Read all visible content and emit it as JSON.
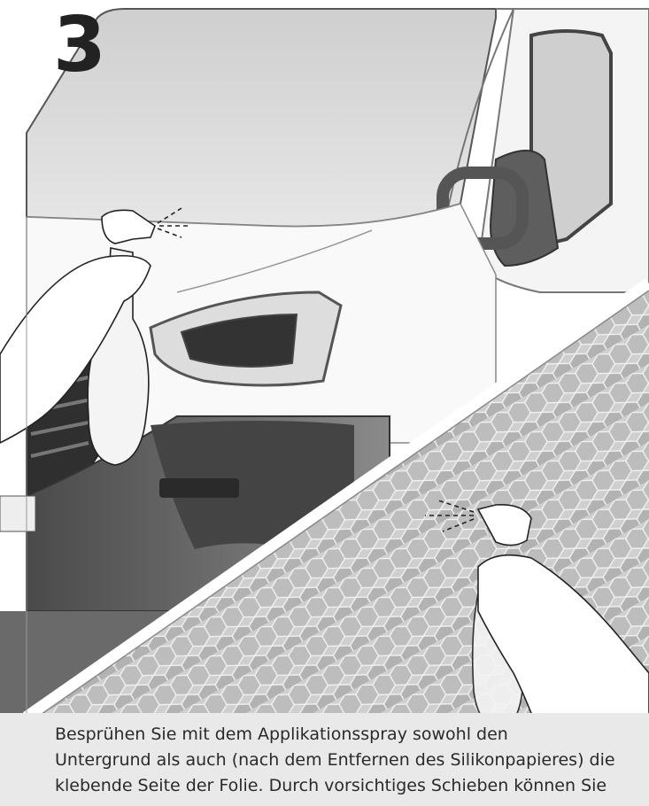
{
  "step": {
    "number": "3"
  },
  "caption": {
    "lines": [
      "Besprühen Sie mit dem Applikationsspray sowohl den",
      "Untergrund als auch (nach dem Entfernen des Silikonpapieres) die",
      "klebende Seite der Folie. Durch vorsichtiges Schieben können Sie"
    ]
  }
}
